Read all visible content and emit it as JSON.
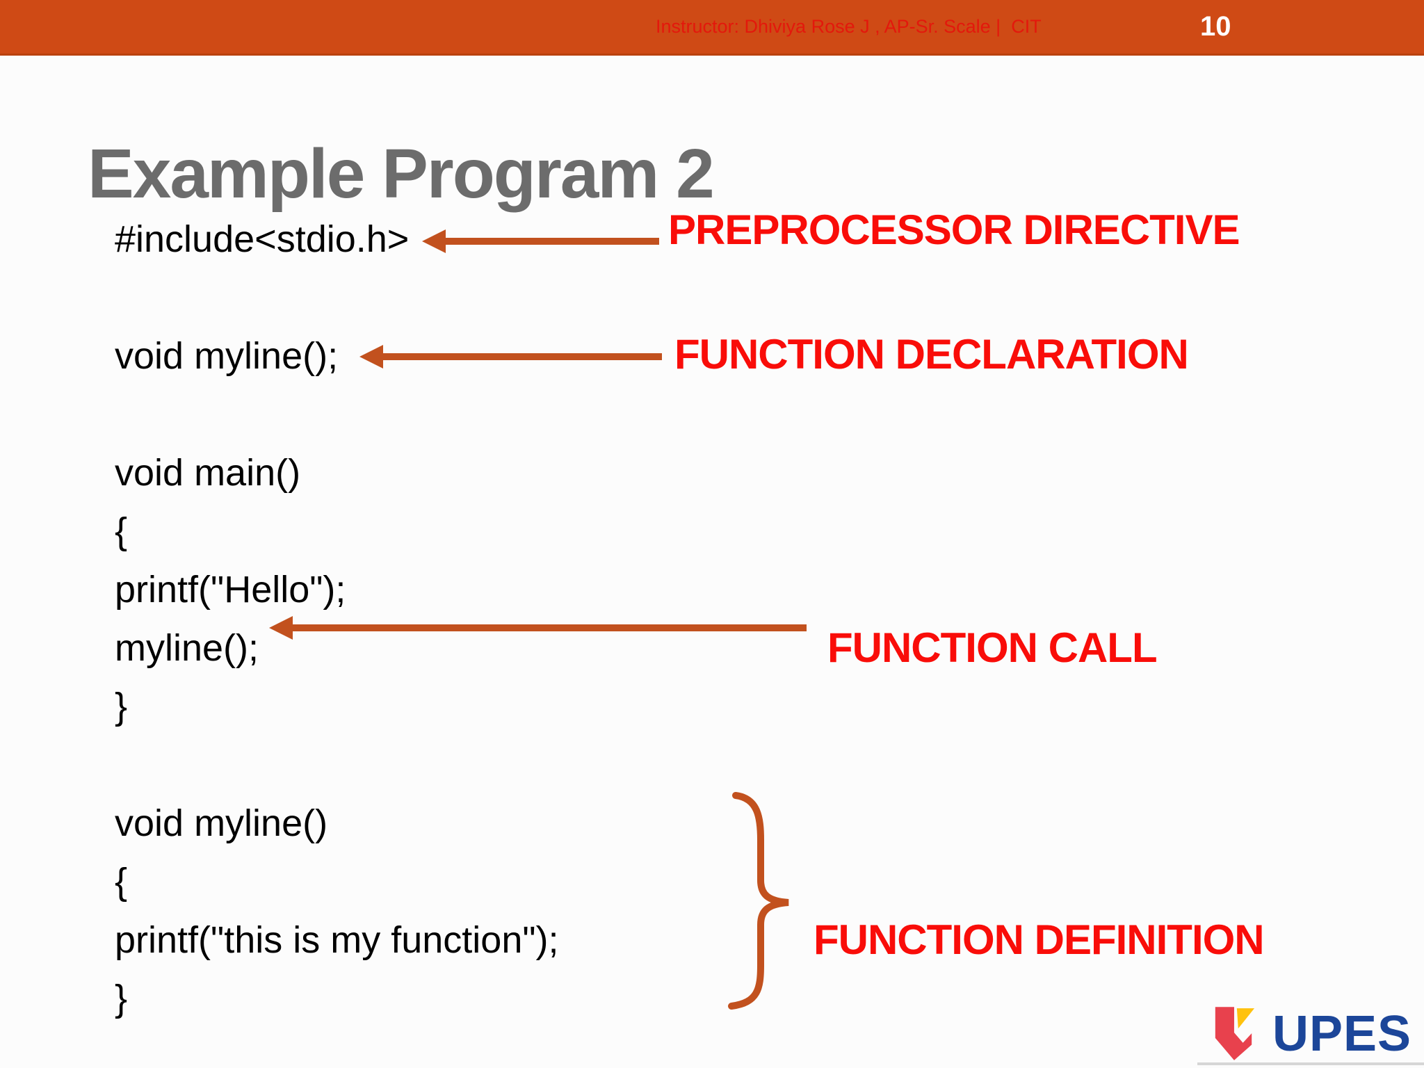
{
  "header": {
    "instructor_text": "Instructor: Dhiviya Rose J , AP-Sr. Scale |  CIT",
    "page_number": "10"
  },
  "slide": {
    "title": "Example Program 2",
    "code_lines": [
      "#include<stdio.h>",
      "",
      "void myline();",
      "",
      "void main()",
      "{",
      "printf(\"Hello\");",
      "myline();",
      "}",
      "",
      "void myline()",
      "{",
      "printf(\"this is my function\");",
      "}"
    ],
    "annotations": [
      {
        "label": "PREPROCESSOR DIRECTIVE",
        "target": "#include<stdio.h>"
      },
      {
        "label": "FUNCTION DECLARATION",
        "target": "void myline();"
      },
      {
        "label": "FUNCTION CALL",
        "target": "myline();"
      },
      {
        "label": "FUNCTION DEFINITION",
        "target": "void myline() { printf(\"this is my function\"); }"
      }
    ]
  },
  "footer": {
    "logo_text": "UPES"
  },
  "colors": {
    "topbar_orange": "#CF4A15",
    "instructor_red": "#E3180C",
    "title_gray": "#6C6C6C",
    "annotation_red": "#F90D09",
    "arrow_orange": "#C2511E",
    "code_black": "#000000",
    "logo_red": "#E8414D",
    "logo_yellow": "#FFC20E",
    "logo_blue": "#1C4699",
    "background": "#FCFCFC"
  }
}
